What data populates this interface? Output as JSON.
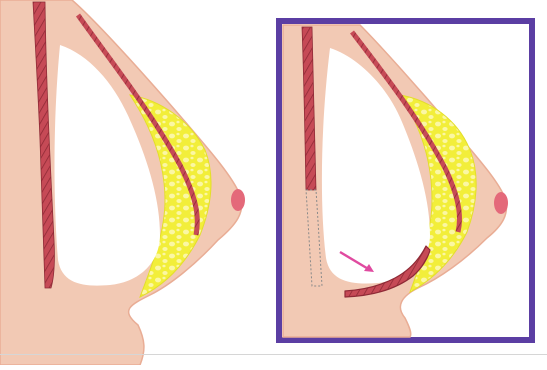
{
  "colors": {
    "skin": "#f2c9b4",
    "skin_outline": "#e9ad95",
    "muscle": "#c64a56",
    "muscle_stripe": "#8f2a36",
    "fat": "#f2ee3a",
    "fat_lobule": "#fbf7a4",
    "nipple": "#e4697a",
    "implant": "#ffffff",
    "frame": "#5b3ea3",
    "arrow": "#e04aa0",
    "dashed_outline": "#8a8a8a"
  },
  "panels": [
    {
      "id": "left",
      "framed": false
    },
    {
      "id": "right",
      "framed": true,
      "muscle_detached_shown": true,
      "arrow_shown": true
    }
  ],
  "icons": [
    "breast-cross-section",
    "pink-arrow-icon"
  ]
}
